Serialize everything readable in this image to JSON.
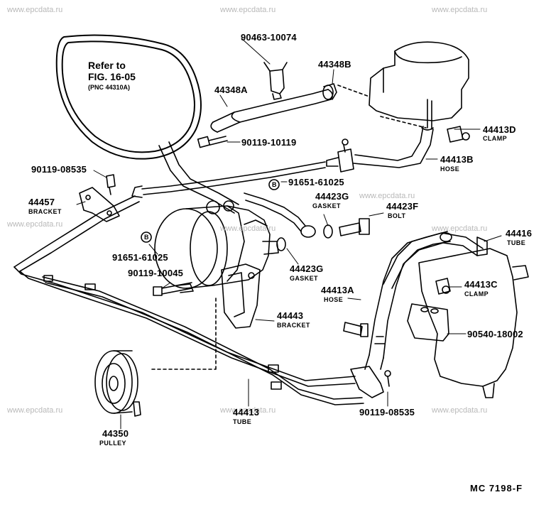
{
  "watermark": "www.epcdata.ru",
  "reference": {
    "line1": "Refer to",
    "line2": "FIG. 16-05",
    "line3": "(PNC 44310A)"
  },
  "parts": {
    "p90463": "90463-10074",
    "p44348A": "44348A",
    "p44348B": "44348B",
    "p90119_10119": "90119-10119",
    "p44413D": "44413D",
    "p44413D_sub": "CLAMP",
    "p44413B": "44413B",
    "p44413B_sub": "HOSE",
    "p90119_08535a": "90119-08535",
    "p91651a": "91651-61025",
    "p44457": "44457",
    "p44457_sub": "BRACKET",
    "p44423G_a": "44423G",
    "p44423G_a_sub": "GASKET",
    "p44423F": "44423F",
    "p44423F_sub": "BOLT",
    "p44416": "44416",
    "p44416_sub": "TUBE",
    "p91651b": "91651-61025",
    "p44423G_b": "44423G",
    "p44423G_b_sub": "GASKET",
    "p90119_10045": "90119-10045",
    "p44413C": "44413C",
    "p44413C_sub": "CLAMP",
    "p44413A": "44413A",
    "p44413A_sub": "HOSE",
    "p44443": "44443",
    "p44443_sub": "BRACKET",
    "p90540": "90540-18002",
    "p44413": "44413",
    "p44413_sub": "TUBE",
    "p90119_08535b": "90119-08535",
    "p44350": "44350",
    "p44350_sub": "PULLEY",
    "markerB": "B"
  },
  "drawing_code": "MC  7198-F"
}
